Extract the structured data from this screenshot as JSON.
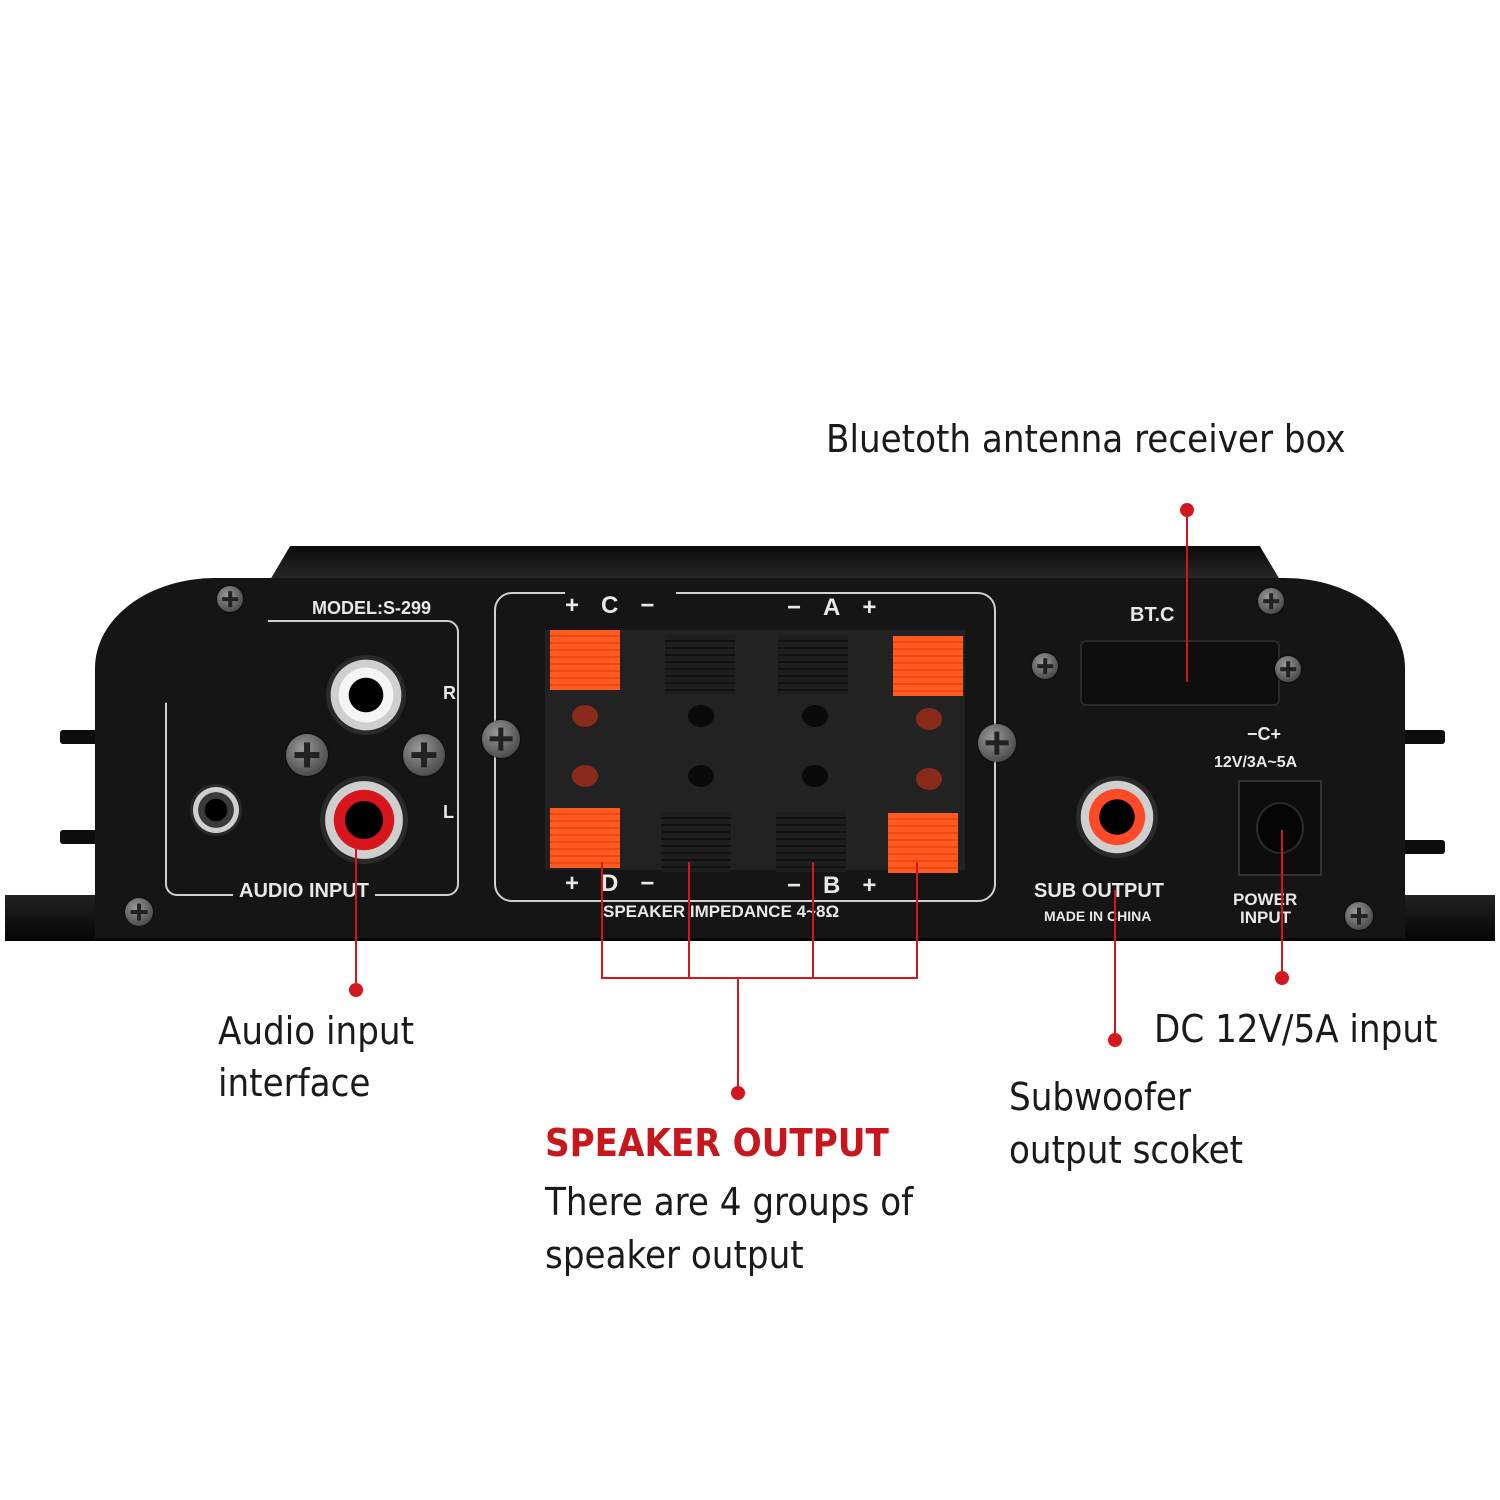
{
  "device": {
    "model": "MODEL:S-299",
    "audio_input_label": "AUDIO INPUT",
    "channel_r": "R",
    "channel_l": "L",
    "speaker_top_left": [
      "+",
      "C",
      "−"
    ],
    "speaker_top_right": [
      "−",
      "A",
      "+"
    ],
    "speaker_bottom_left": [
      "+",
      "D",
      "−"
    ],
    "speaker_bottom_right": [
      "−",
      "B",
      "+"
    ],
    "impedance_label": "SPEAKER IMPEDANCE 4~8Ω",
    "bt_label": "BT.C",
    "power_rating": "12V/3A~5A",
    "power_polarity_symbol": "−C+",
    "sub_output_label": "SUB OUTPUT",
    "made_in": "MADE IN CHINA",
    "power_input_label_line1": "POWER",
    "power_input_label_line2": "INPUT",
    "colors": {
      "body": "#141414",
      "accent_red": "#d4161e",
      "clip_orange": "#ff5a1f"
    }
  },
  "callouts": {
    "bluetooth": "Bluetoth antenna receiver box",
    "audio_input": [
      "Audio input",
      "interface"
    ],
    "speaker_title": "SPEAKER OUTPUT",
    "speaker_desc": [
      "There are 4 groups of",
      "speaker output"
    ],
    "subwoofer": [
      "Subwoofer",
      "output scoket"
    ],
    "dc_input": "DC 12V/5A input"
  }
}
